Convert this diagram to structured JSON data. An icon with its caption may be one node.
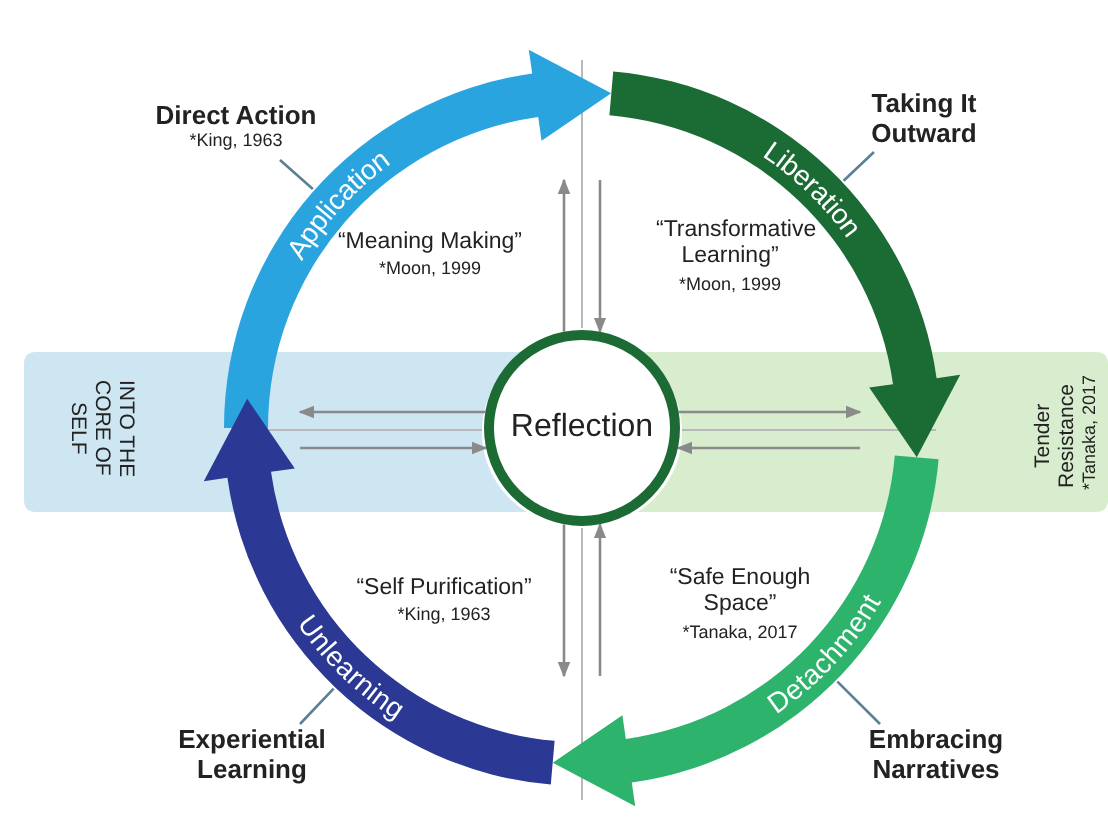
{
  "diagram": {
    "nodes": [
      {
        "text": [
          "INTO THE CORE OF SELF"
        ]
      },
      {
        "text": [
          "Tender Resistance",
          "*Tanaka, 2017"
        ]
      },
      {
        "text": [
          "Direct Action",
          "*King, 1963"
        ]
      },
      {
        "text": [
          "Application"
        ]
      },
      {
        "text": [
          "Liberation"
        ]
      },
      {
        "text": [
          "Taking It Outward"
        ]
      },
      {
        "text": [
          "Reflection"
        ]
      },
      {
        "text": [
          "Detachment"
        ]
      },
      {
        "text": [
          "Experiential Learning"
        ]
      },
      {
        "text": [
          "Unlearning"
        ]
      },
      {
        "text": [
          "Embracing Narratives"
        ]
      }
    ],
    "edges": [
      {
        "from": 2,
        "to": 3,
        "arrow": "none",
        "color": "#5b7f95"
      },
      {
        "from": 5,
        "to": 4,
        "arrow": "none",
        "color": "#5b7f95"
      },
      {
        "from": 10,
        "to": 7,
        "arrow": "none",
        "color": "#5b7f95"
      },
      {
        "from": 8,
        "to": 9,
        "arrow": "none",
        "color": "#5b7f95"
      },
      {
        "from": 6,
        "to": 3,
        "arrow": "to"
      },
      {
        "from": null,
        "to": 6,
        "arrow": "to"
      },
      {
        "from": 6,
        "to": null,
        "arrow": "to"
      },
      {
        "from": null,
        "to": 6,
        "arrow": "to"
      },
      {
        "from": 6,
        "to": 0,
        "arrow": "to"
      },
      {
        "from": 0,
        "to": 6,
        "arrow": "to"
      },
      {
        "from": 6,
        "to": 1,
        "arrow": "to"
      },
      {
        "from": 1,
        "to": 6,
        "arrow": "to"
      }
    ],
    "labels": [
      "“Meaning Making”",
      "*Moon, 1999",
      "“Transformative Learning”",
      "*Moon, 1999",
      "“Self Purification”",
      "*King, 1963",
      "“Safe Enough Space”",
      "*Tanaka, 2017"
    ]
  }
}
